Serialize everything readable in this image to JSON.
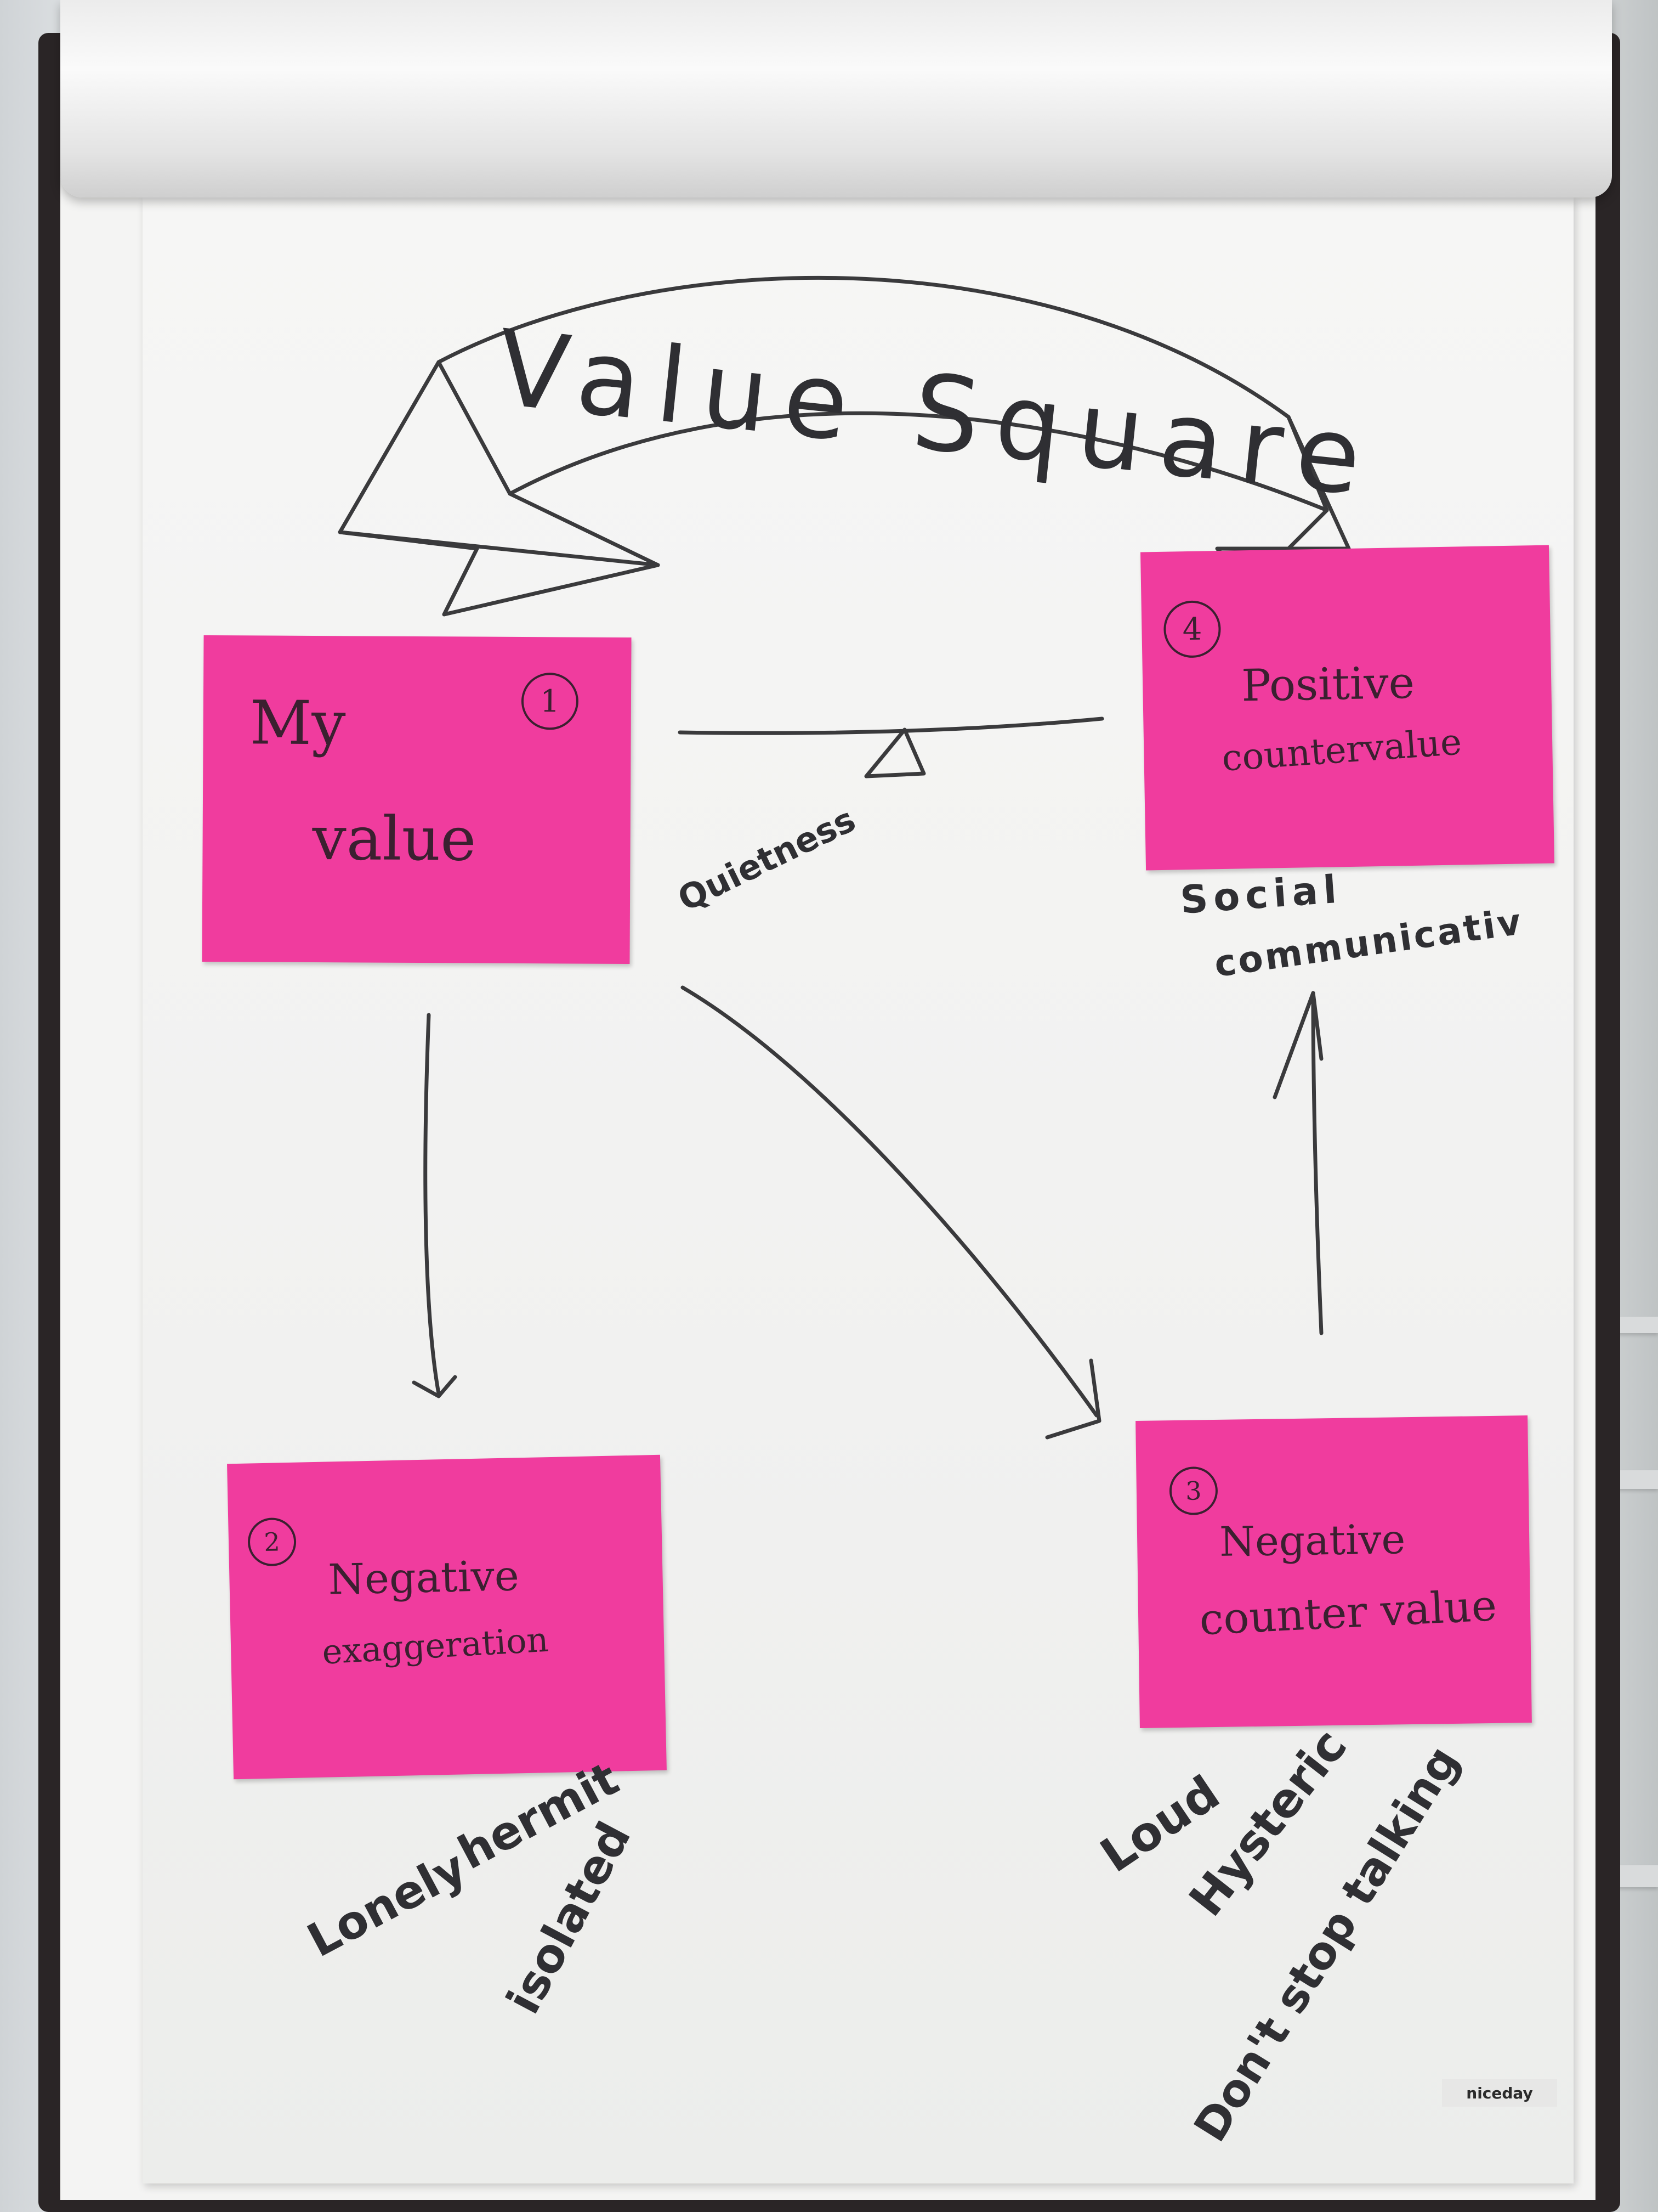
{
  "banner": {
    "title": "Value Square"
  },
  "notes": [
    {
      "number": "1",
      "lines": [
        "My",
        "value"
      ]
    },
    {
      "number": "2",
      "lines": [
        "Negative",
        "exaggeration"
      ]
    },
    {
      "number": "3",
      "lines": [
        "Negative",
        "counter value"
      ]
    },
    {
      "number": "4",
      "lines": [
        "Positive",
        "countervalue"
      ]
    }
  ],
  "annotations": {
    "balance_label": "Quietness",
    "positive_words": [
      "Social",
      "communicativ"
    ],
    "exaggeration_words": [
      "Lonely",
      "hermit",
      "isolated"
    ],
    "counter_words": [
      "Loud",
      "Hysteric",
      "Don't stop talking"
    ]
  },
  "brand": "niceday",
  "colors": {
    "sticky_note": "#f03c9e",
    "paper": "#f4f4f3",
    "frame": "#2a2526",
    "marker": "#3a3a3c"
  }
}
